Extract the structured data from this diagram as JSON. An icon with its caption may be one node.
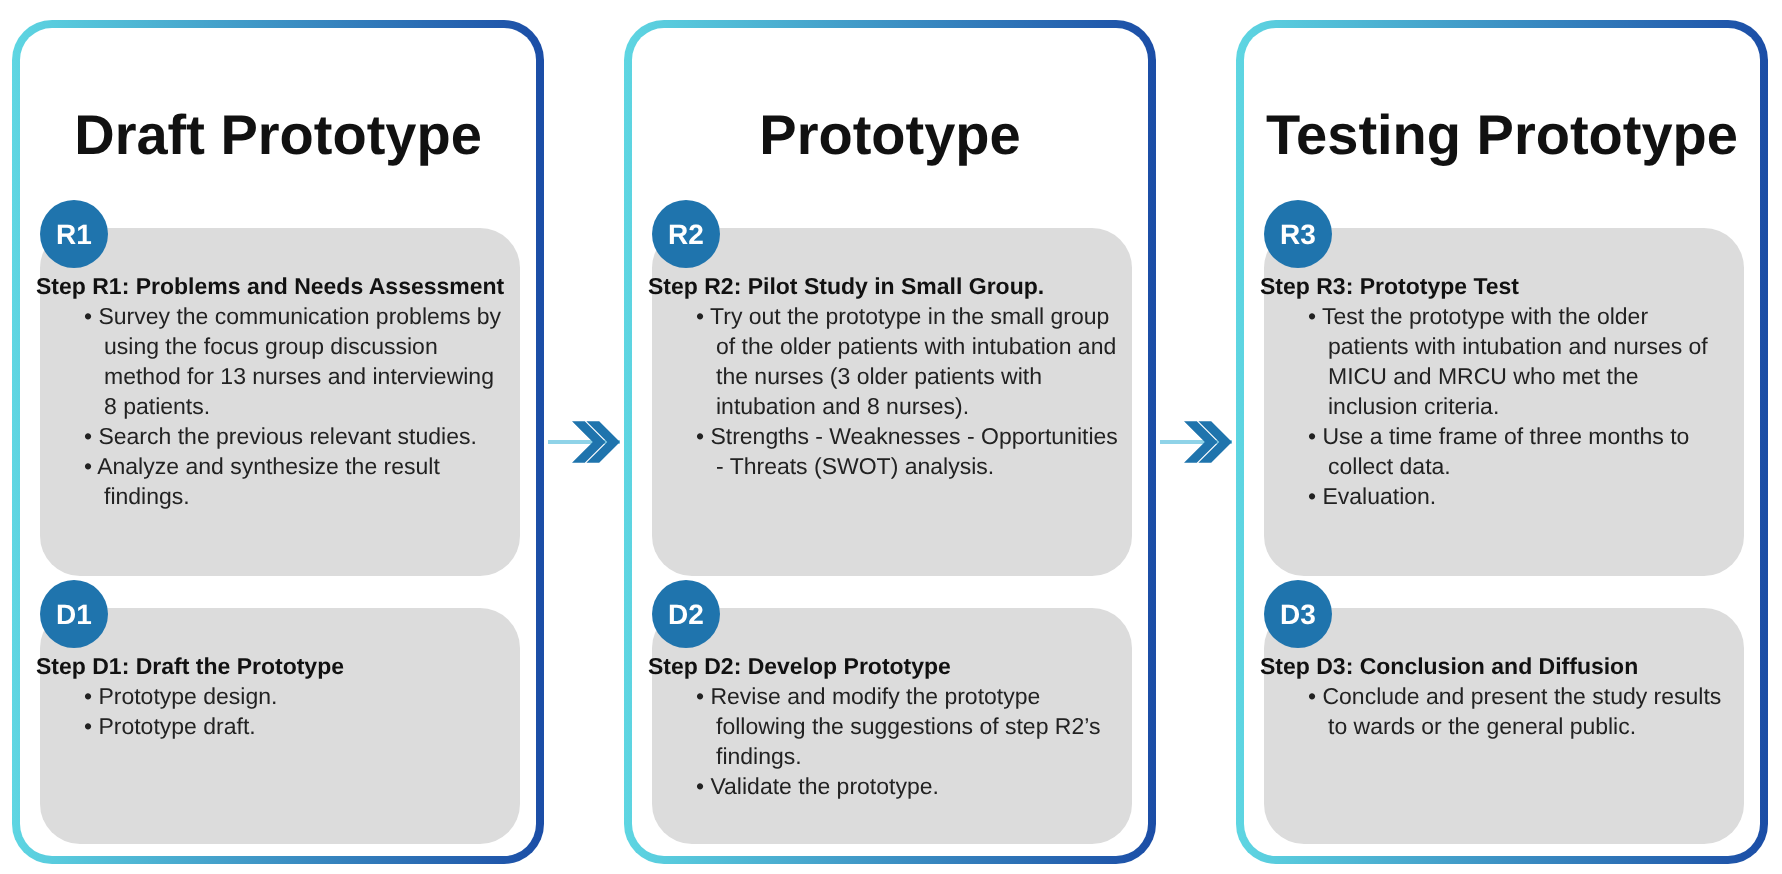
{
  "diagram": {
    "nodes": [
      {
        "text": [
          "Draft Prototype"
        ]
      },
      {
        "text": [
          "R1"
        ],
        "in": 0
      },
      {
        "text": [
          "Step R1: Problems and Needs Assessment",
          "• Survey the communication problems by using the focus group discussion method for 13 nurses and interviewing 8 patients.",
          "• Search the previous relevant studies.",
          "• Analyze and synthesize the result findings."
        ],
        "in": 0
      },
      {
        "text": [
          "D1"
        ],
        "in": 0
      },
      {
        "text": [
          "Step D1: Draft the Prototype",
          "• Prototype design.",
          "• Prototype draft."
        ],
        "in": 0
      },
      {
        "text": [
          "Prototype"
        ]
      },
      {
        "text": [
          "R2"
        ],
        "in": 5
      },
      {
        "text": [
          "Step R2: Pilot Study in Small Group.",
          "• Try out the prototype in the small group of the older patients with intubation and the nurses (3 older patients with intubation and 8 nurses).",
          "• Strengths - Weaknesses - Opportunities - Threats (SWOT) analysis."
        ],
        "in": 5
      },
      {
        "text": [
          "D2"
        ],
        "in": 5
      },
      {
        "text": [
          "Step D2: Develop Prototype",
          "• Revise and modify the prototype following the suggestions of step R2’s findings.",
          "• Validate the prototype."
        ],
        "in": 5
      },
      {
        "text": [
          "Testing Prototype"
        ]
      },
      {
        "text": [
          "R3"
        ],
        "in": 10
      },
      {
        "text": [
          "Step R3: Prototype Test",
          "• Test the prototype with the older patients with intubation and nurses of MICU and MRCU who met the inclusion criteria.",
          "• Use a time frame of three months to collect data.",
          "• Evaluation."
        ],
        "in": 10
      },
      {
        "text": [
          "D3"
        ],
        "in": 10
      },
      {
        "text": [
          "Step D3: Conclusion and Diffusion",
          "• Conclude and present the study results to wards or the general public."
        ],
        "in": 10
      }
    ],
    "edges": [
      {
        "from": 0,
        "to": 5,
        "arrow": "to"
      },
      {
        "from": 5,
        "to": 10,
        "arrow": "to"
      }
    ]
  }
}
